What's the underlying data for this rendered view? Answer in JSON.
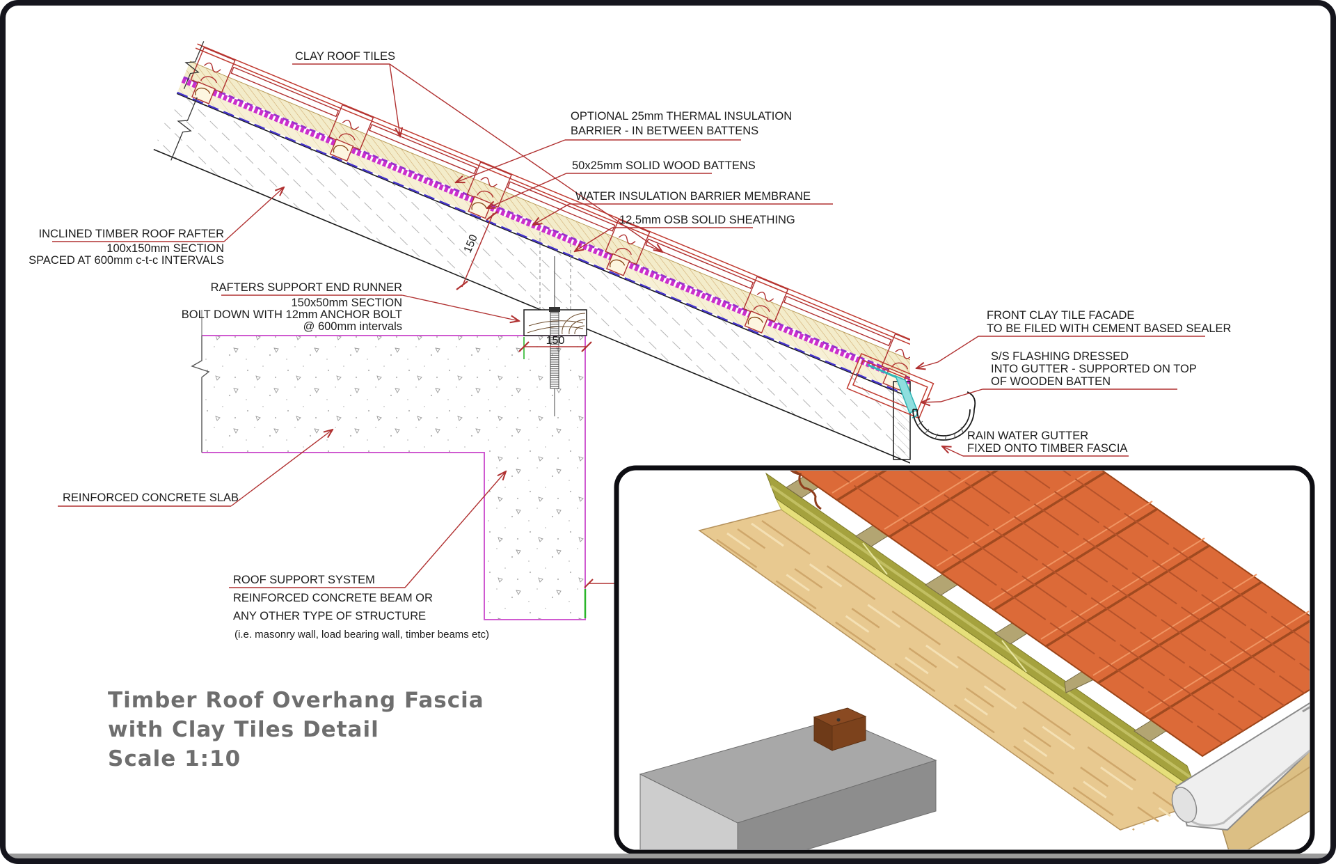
{
  "drawing": {
    "type": "construction-detail-section",
    "scale_note": "Scale 1:10"
  },
  "title_block": {
    "line1": "Timber Roof Overhang Fascia",
    "line2": "with Clay Tiles Detail",
    "line3": "Scale 1:10"
  },
  "annotations": {
    "clay_tiles": {
      "lines": [
        "CLAY ROOF TILES"
      ]
    },
    "thermal_insulation": {
      "lines": [
        "OPTIONAL 25mm THERMAL INSULATION",
        "BARRIER - IN BETWEEN BATTENS"
      ]
    },
    "wood_battens": {
      "lines": [
        "50x25mm SOLID WOOD BATTENS"
      ]
    },
    "water_membrane": {
      "lines": [
        "WATER INSULATION BARRIER MEMBRANE"
      ]
    },
    "osb_sheathing": {
      "lines": [
        "12.5mm OSB SOLID SHEATHING"
      ]
    },
    "rafter": {
      "lines": [
        "INCLINED TIMBER ROOF RAFTER",
        "100x150mm SECTION",
        "SPACED AT 600mm c-t-c INTERVALS"
      ]
    },
    "end_runner": {
      "lines": [
        "RAFTERS SUPPORT END RUNNER",
        "150x50mm SECTION",
        "BOLT DOWN WITH 12mm ANCHOR BOLT",
        "@ 600mm intervals"
      ]
    },
    "front_facade": {
      "lines": [
        "FRONT CLAY TILE FACADE",
        "TO BE FILED WITH CEMENT BASED SEALER"
      ]
    },
    "flashing": {
      "lines": [
        "S/S FLASHING DRESSED",
        "INTO GUTTER - SUPPORTED ON TOP",
        "OF WOODEN BATTEN"
      ]
    },
    "rain_gutter": {
      "lines": [
        "RAIN WATER GUTTER",
        "FIXED ONTO TIMBER FASCIA"
      ]
    },
    "concrete_slab": {
      "lines": [
        "REINFORCED CONCRETE SLAB"
      ]
    },
    "roof_support": {
      "lines": [
        "ROOF SUPPORT SYSTEM",
        "REINFORCED CONCRETE BEAM OR",
        "ANY OTHER TYPE OF STRUCTURE",
        "(i.e. masonry wall, load bearing wall, timber beams etc)"
      ]
    }
  },
  "dimensions": {
    "rafter_depth_mm": "150",
    "runner_width_mm": "150"
  },
  "colors": {
    "cad_red": "#b03030",
    "tile_outline_red": "#c03a30",
    "membrane_magenta": "#cb2fcb",
    "slab_outline_violet": "#cf5ad0",
    "flashing_cyan": "#2fb5b5",
    "accent_green": "#2ab52a",
    "hidden_blue": "#4433c8",
    "tile_orange_3d": "#dc6a38",
    "insulation_olive_3d": "#a5a23e",
    "timber_3d": "#e8c990",
    "concrete_gray_3d": "#a2a2a2",
    "title_gray": "#6e6e6e"
  }
}
